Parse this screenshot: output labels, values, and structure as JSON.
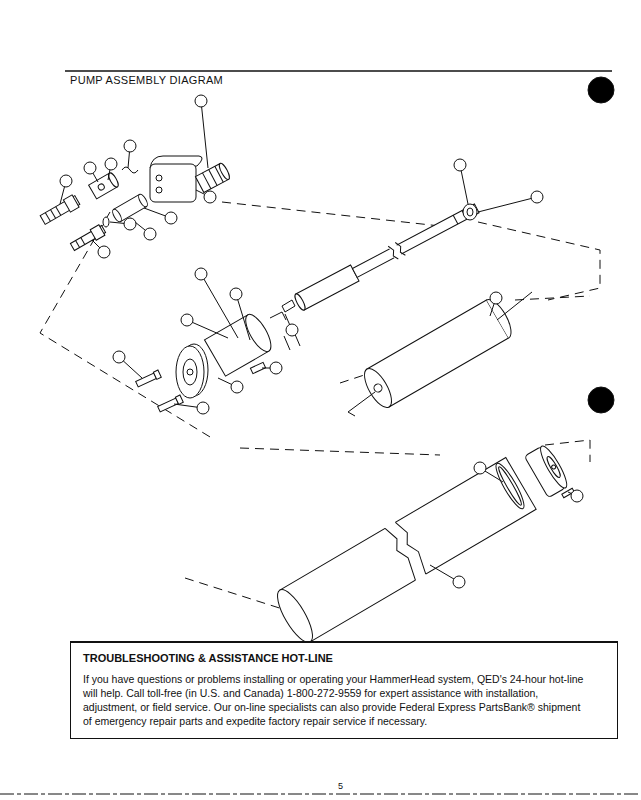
{
  "diagram": {
    "title": "PUMP ASSEMBLY DIAGRAM",
    "nodes": [
      {
        "text": [
          "TROUBLESHOOTING & ASSISTANCE HOT-LINE",
          "If you have questions or problems installing or operating your HammerHead system, QED's 24-hour hot-line will help. Call toll-free (in U.S. and Canada) 1-800-272-9559 for expert assistance with installation, adjustment, or field service. Our on-line specialists can also provide Federal Express PartsBank® shipment of emergency repair parts and expedite factory repair service if necessary."
        ]
      }
    ],
    "labels": [
      "5"
    ]
  }
}
